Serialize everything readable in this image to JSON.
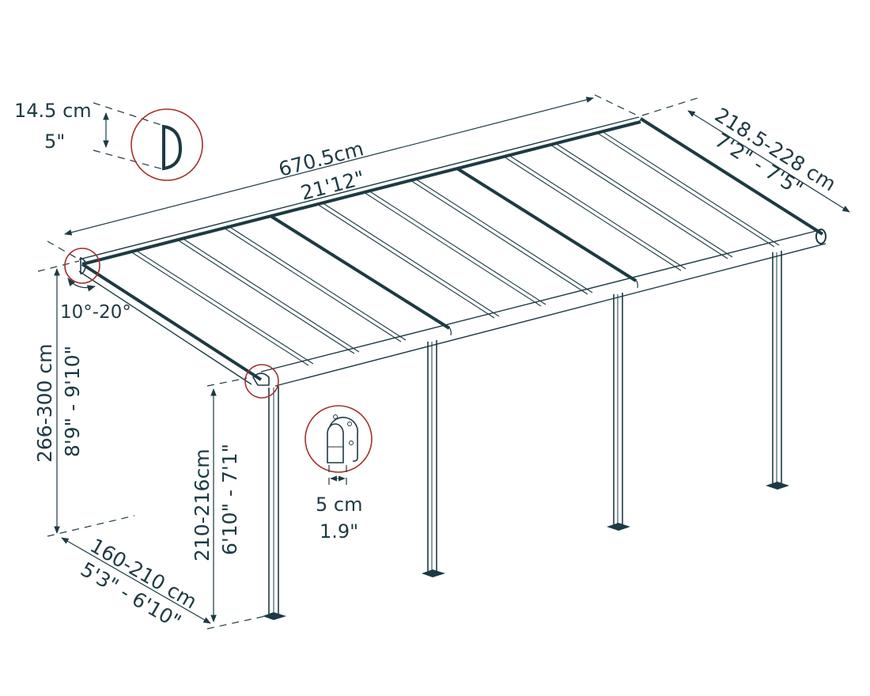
{
  "diagram": {
    "type": "dimension-drawing",
    "subject": "wall-mounted patio cover / pergola",
    "colors": {
      "line": "#1d3a44",
      "callout": "#a3302b",
      "background": "#ffffff"
    },
    "dimensions": {
      "length": {
        "metric": "670.5cm",
        "imperial": "21'12\""
      },
      "depth": {
        "metric": "218.5-228 cm",
        "imperial": "7'2\" - 7'5\""
      },
      "wall_height": {
        "metric": "266-300 cm",
        "imperial": "8'9\" - 9'10\""
      },
      "front_height": {
        "metric": "210-216cm",
        "imperial": "6'10\" - 7'1\""
      },
      "post_setback": {
        "metric": "160-210 cm",
        "imperial": "5'3\" - 6'10\""
      },
      "wall_profile": {
        "metric": "14.5 cm",
        "imperial": "5\""
      },
      "post_width": {
        "metric": "5 cm",
        "imperial": "1.9\""
      },
      "roof_pitch": {
        "label": "10°-20°"
      }
    },
    "callouts": [
      {
        "name": "wall-profile-detail",
        "description": "D-shaped wall bracket profile"
      },
      {
        "name": "rear-bracket-detail",
        "description": "Rear wall connection"
      },
      {
        "name": "front-corner-detail",
        "description": "Front gutter/post corner"
      },
      {
        "name": "post-bracket-detail",
        "description": "Post top bracket close-up"
      }
    ],
    "structure": {
      "posts": 4,
      "roof_panels": 12,
      "heavy_rafters": 3
    }
  }
}
